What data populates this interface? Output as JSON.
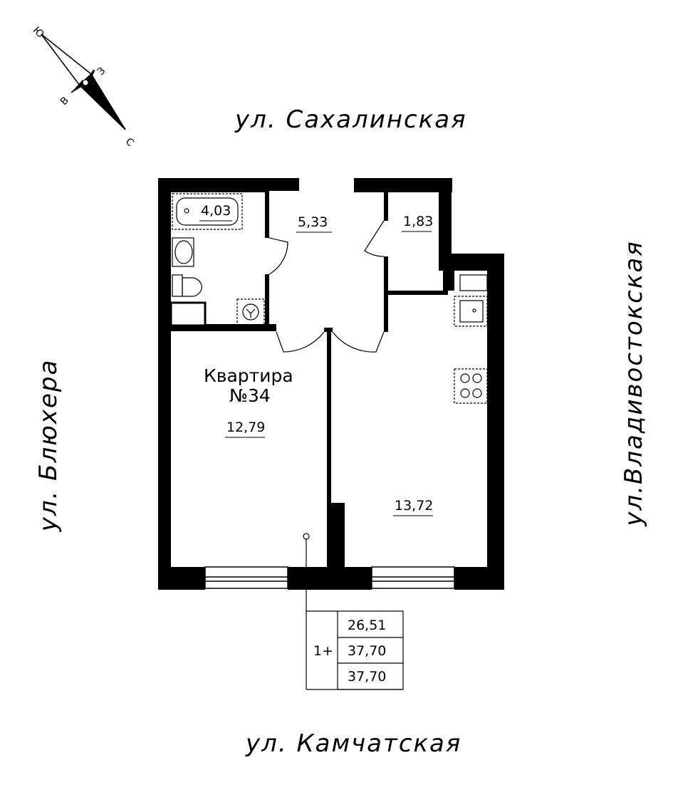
{
  "streets": {
    "top": "ул. Сахалинская",
    "bottom": "ул. Камчатская",
    "left": "ул. Блюхера",
    "right": "ул.Владивостокская"
  },
  "compass": {
    "n": "С",
    "s": "Ю",
    "e": "В",
    "w": "З"
  },
  "apartment": {
    "title_line1": "Квартира",
    "title_line2": "№34"
  },
  "rooms": {
    "bathroom": "4,03",
    "hallway": "5,33",
    "storage": "1,83",
    "bedroom": "12,79",
    "kitchen_living": "13,72"
  },
  "summary": {
    "type": "1+",
    "living_area": "26,51",
    "total_area": "37,70",
    "total_area_with_balcony": "37,70"
  }
}
